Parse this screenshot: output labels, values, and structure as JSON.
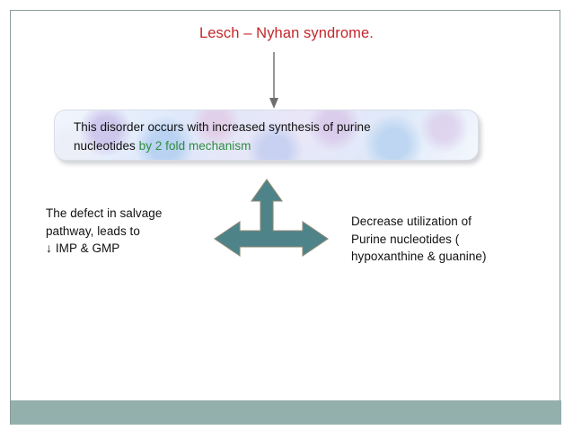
{
  "slide": {
    "title": "Lesch – Nyhan syndrome.",
    "title_color": "#c4262b",
    "background_color": "#ffffff",
    "frame_color": "#8a9a9c"
  },
  "statement": {
    "line1": "This disorder occurs  with increased synthesis of  purine",
    "line2_plain": "nucleotides  ",
    "line2_accent": "by 2 fold mechanism",
    "accent_color": "#2e8b3f",
    "text_color": "#111111"
  },
  "branches": {
    "left": {
      "line1": "The defect in salvage",
      "line2": "pathway, leads to",
      "arrow_glyph": "↓",
      "line3": "IMP & GMP"
    },
    "right": {
      "line1": "Decrease utilization of",
      "line2": "Purine nucleotides (",
      "line3": "hypoxanthine & guanine)"
    }
  },
  "arrows": {
    "title_to_box": {
      "icon": "arrow-down-icon",
      "color": "#7b7b7b",
      "direction": "down"
    },
    "tri_directional": {
      "icon": "tri-directional-arrow-icon",
      "color": "#4d8389",
      "outline_color": "#8a8a7a",
      "directions": [
        "up",
        "left",
        "right"
      ]
    }
  },
  "footer": {
    "band_color": "#93b0ad"
  }
}
